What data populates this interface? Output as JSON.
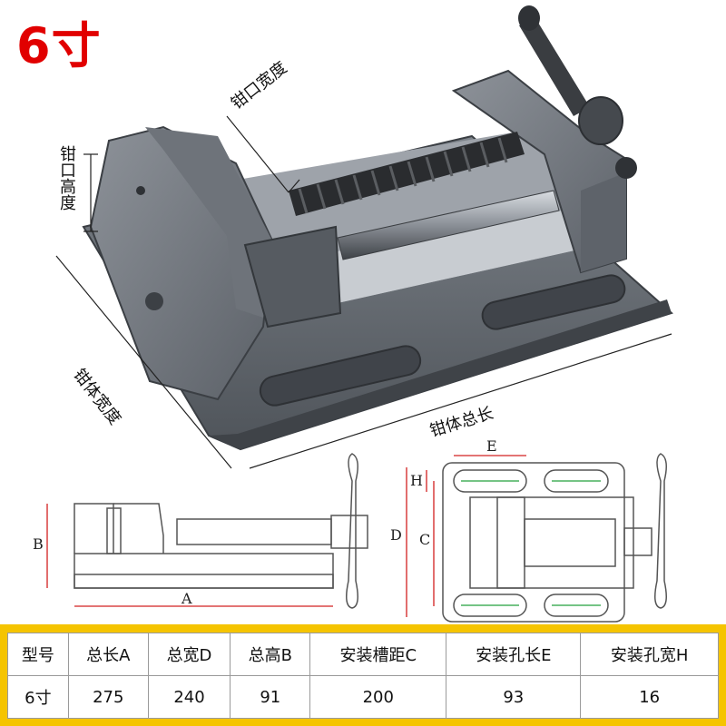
{
  "title": "6寸",
  "labels": {
    "jaw_width": "钳口宽度",
    "jaw_height": "钳口高度",
    "body_width": "钳体宽度",
    "body_length": "钳体总长"
  },
  "drawing_labels": {
    "A": "A",
    "B": "B",
    "C": "C",
    "D": "D",
    "E": "E",
    "H": "H"
  },
  "table": {
    "headers": [
      "型号",
      "总长A",
      "总宽D",
      "总高B",
      "安装槽距C",
      "安装孔长E",
      "安装孔宽H"
    ],
    "rows": [
      [
        "6寸",
        "275",
        "240",
        "91",
        "200",
        "93",
        "16"
      ]
    ]
  },
  "colors": {
    "title": "#e10000",
    "table_bg": "#f5c400",
    "dimension_line": "#d22020"
  }
}
